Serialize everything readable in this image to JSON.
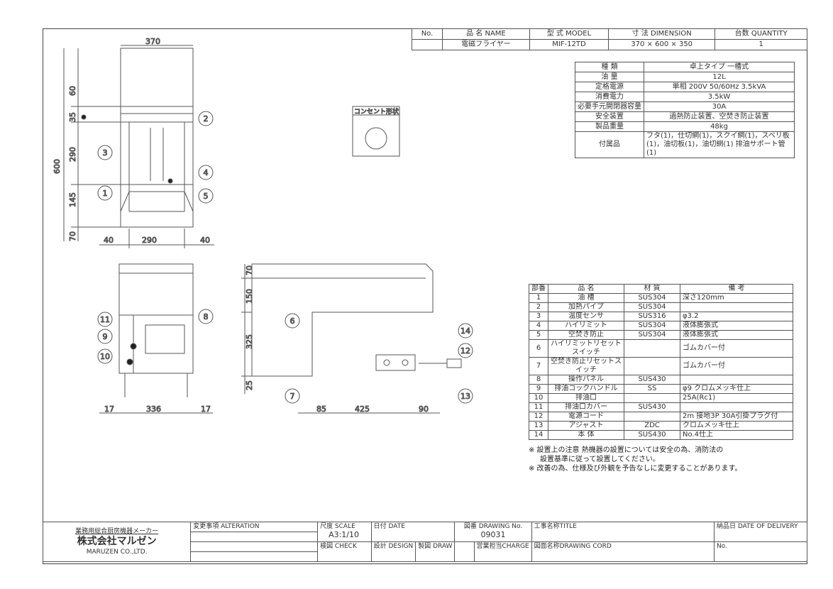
{
  "header": {
    "cols": [
      "No.",
      "品 名 NAME",
      "型 式 MODEL",
      "寸 法 DIMENSION",
      "台数 QUANTITY"
    ],
    "row": [
      "",
      "電磁フライヤー",
      "MIF-12TD",
      "370 × 600 × 350",
      "1"
    ]
  },
  "spec": [
    [
      "種 類",
      "卓上タイプ 一槽式"
    ],
    [
      "油 量",
      "12L"
    ],
    [
      "定格電源",
      "単相 200V 50/60Hz 3.5kVA"
    ],
    [
      "消費電力",
      "3.5kW"
    ],
    [
      "必要手元開閉器容量",
      "30A"
    ],
    [
      "安全装置",
      "過熱防止装置、空焚き防止装置"
    ],
    [
      "製品重量",
      "48kg"
    ],
    [
      "付属品",
      "フタ(1)，仕切網(1)，スクイ網(1)，スベリ板(1)，油切板(1)，油切網(1) 排油サポート管(1)"
    ]
  ],
  "outlet_label": "コンセント形状",
  "parts": {
    "headers": [
      "部番",
      "品 名",
      "材 質",
      "備 考"
    ],
    "rows": [
      [
        "1",
        "油 槽",
        "SUS304",
        "深さ120mm"
      ],
      [
        "2",
        "加熱パイプ",
        "SUS304",
        ""
      ],
      [
        "3",
        "温度センサ",
        "SUS316",
        "φ3.2"
      ],
      [
        "4",
        "ハイリミット",
        "SUS304",
        "液体膨張式"
      ],
      [
        "5",
        "空焚き防止",
        "SUS304",
        "液体膨張式"
      ],
      [
        "6",
        "ハイリミットリセットスイッチ",
        "",
        "ゴムカバー付"
      ],
      [
        "7",
        "空焚き防止リセットスイッチ",
        "",
        "ゴムカバー付"
      ],
      [
        "8",
        "操作パネル",
        "SUS430",
        ""
      ],
      [
        "9",
        "排油コックハンドル",
        "SS",
        "φ9 クロムメッキ仕上"
      ],
      [
        "10",
        "排油口",
        "",
        "25A(Rc1)"
      ],
      [
        "11",
        "排油口カバー",
        "SUS430",
        ""
      ],
      [
        "12",
        "電源コード",
        "",
        "2m 接地3P 30A引掛プラグ付"
      ],
      [
        "13",
        "アジャスト",
        "ZDC",
        "クロムメッキ仕上"
      ],
      [
        "14",
        "本 体",
        "SUS430",
        "No.4仕上"
      ]
    ]
  },
  "notes": [
    "※ 設置上の注意 熱機器の設置については安全の為、消防法の",
    "設置基準に従って設置してください。",
    "※ 改善の為、仕様及び外観を予告なしに変更することがあります。"
  ],
  "titleblock": {
    "maker": "業務用総合厨房機器メーカー",
    "company": "株式会社マルゼン",
    "company_en": "MARUZEN CO.,LTD.",
    "alteration": "変更事項 ALTERATION",
    "scale_label": "尺度 SCALE",
    "scale": "A3:1/10",
    "date": "日付 DATE",
    "drawing_no_label": "図番 DRAWING No.",
    "drawing_no": "09031",
    "title": "工事名称TITLE",
    "delivery": "納品日 DATE OF DELIVERY",
    "check": "検図 CHECK",
    "design": "設計 DESIGN",
    "draw": "製図 DRAW",
    "charge": "営業担当CHARGE",
    "cord": "図面名称DRAWING CORD",
    "no": "No."
  },
  "dims": {
    "front_w": "370",
    "front_h": "600",
    "front_v": [
      "60",
      "35",
      "290",
      "145",
      "70"
    ],
    "front_b": [
      "40",
      "290",
      "40"
    ],
    "side_b": [
      "17",
      "336",
      "17"
    ],
    "right_v": [
      "70",
      "150",
      "325",
      "25"
    ],
    "right_b": [
      "85",
      "425",
      "90"
    ]
  },
  "callouts": [
    "1",
    "2",
    "3",
    "4",
    "5",
    "6",
    "7",
    "8",
    "9",
    "10",
    "11",
    "12",
    "13",
    "14"
  ]
}
